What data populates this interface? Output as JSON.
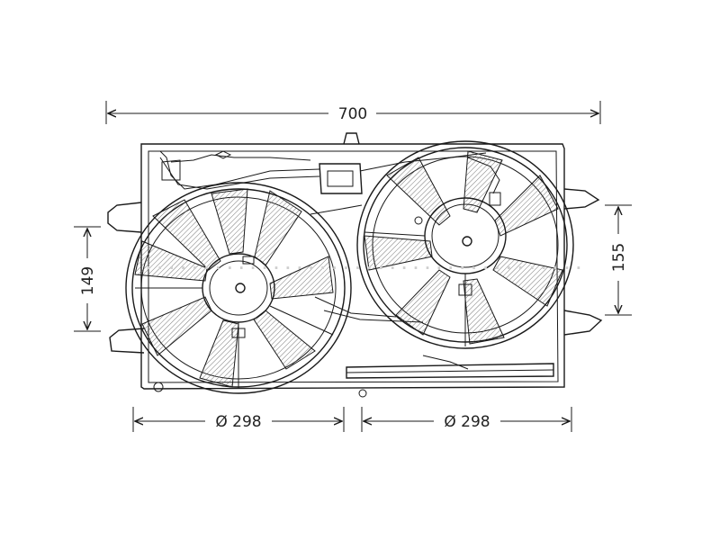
{
  "dimensions": {
    "overall_width": "700",
    "left_height": "149",
    "right_height": "155",
    "left_fan_diameter": "Ø 298",
    "right_fan_diameter": "Ø 298"
  },
  "colors": {
    "line": "#1a1a1a",
    "background": "#ffffff"
  }
}
